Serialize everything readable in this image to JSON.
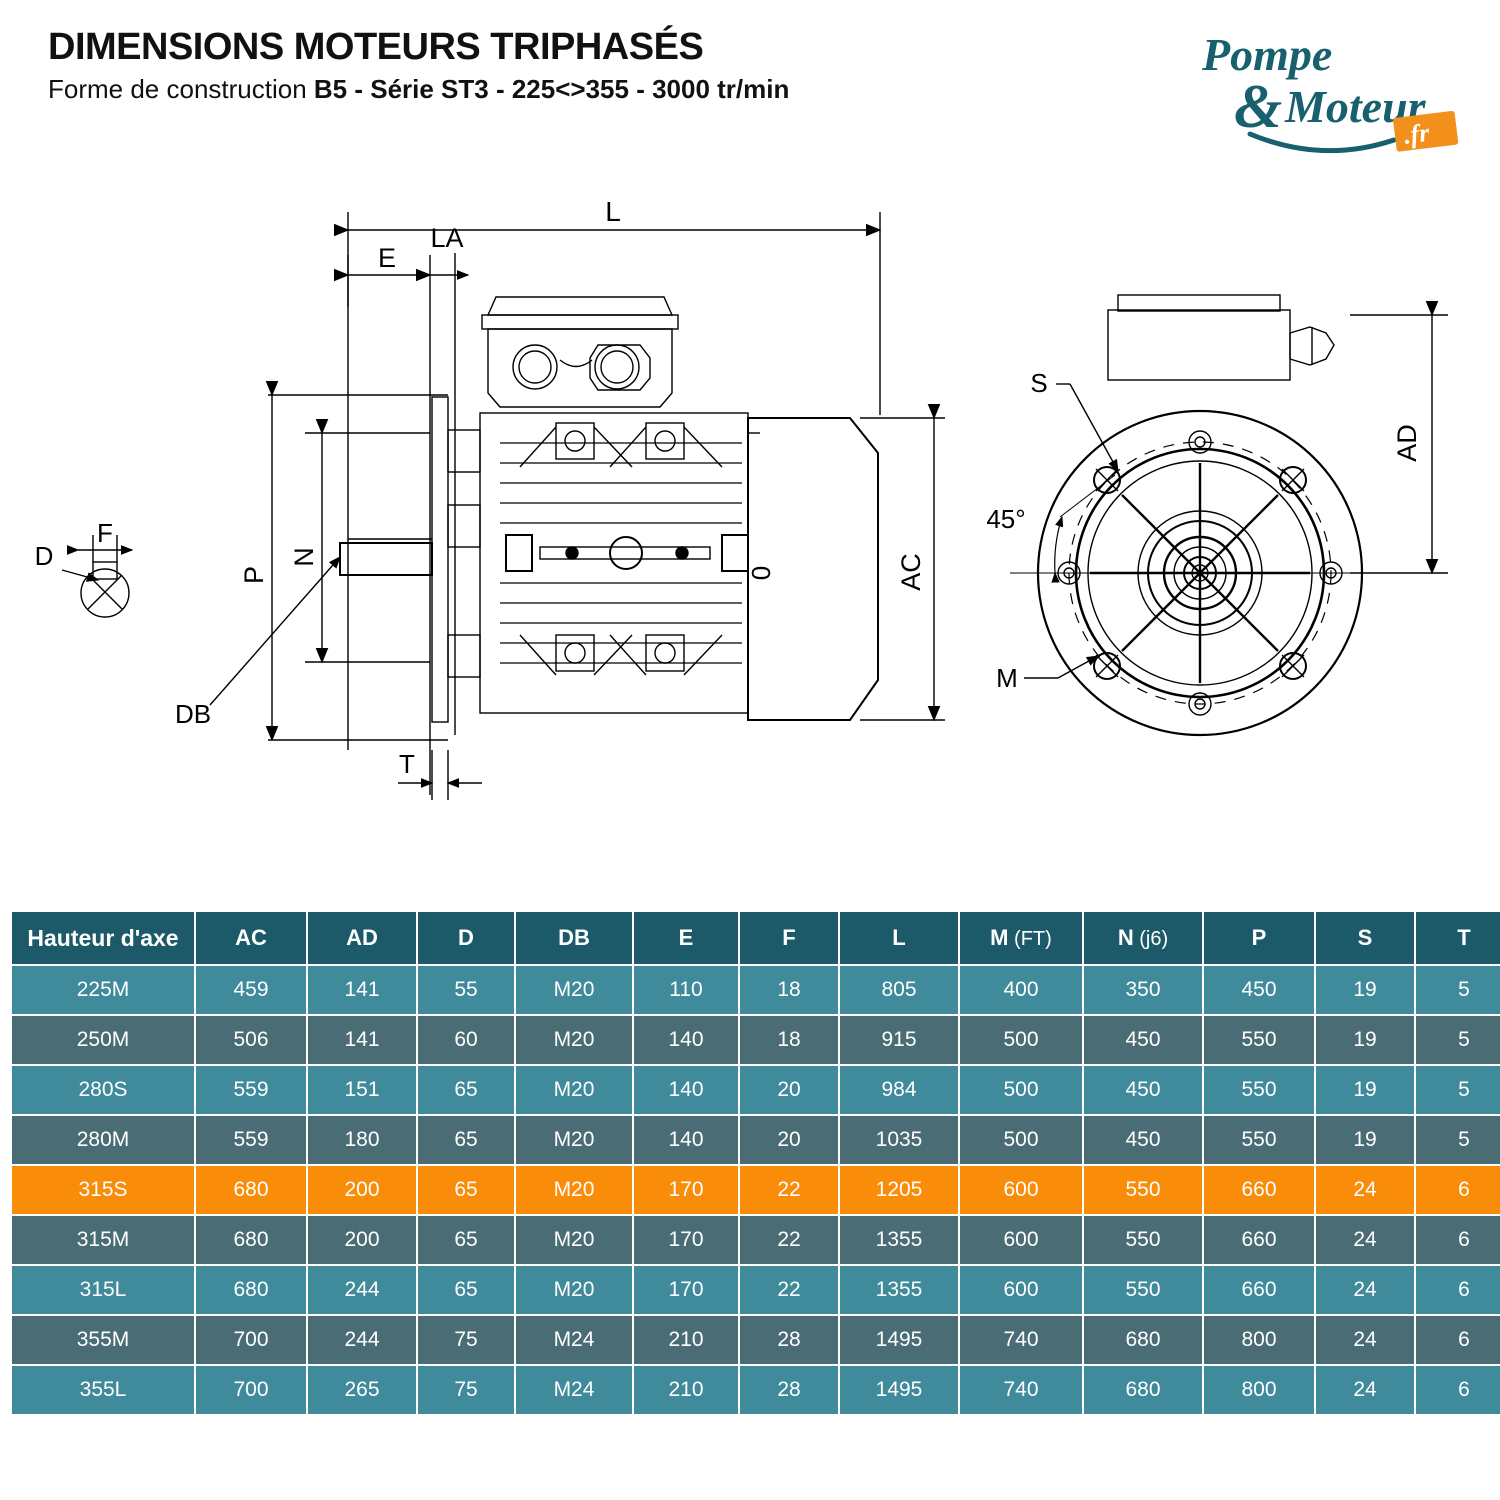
{
  "header": {
    "title": "DIMENSIONS MOTEURS TRIPHASÉS",
    "subtitle_plain": "Forme de construction ",
    "subtitle_bold": "B5 - Série ST3 - 225<>355 - 3000 tr/min",
    "logo": {
      "line1": "Pompe",
      "amp": "&",
      "line2": "Moteur",
      "badge": ".fr",
      "teal": "#19606e",
      "orange": "#f2901b"
    }
  },
  "drawing": {
    "labels": {
      "L": "L",
      "E": "E",
      "LA": "LA",
      "F": "F",
      "D": "D",
      "DB": "DB",
      "P": "P",
      "N": "N",
      "T": "T",
      "AC": "AC",
      "AD": "AD",
      "S": "S",
      "M": "M",
      "angle": "45°",
      "zero": "0"
    }
  },
  "table": {
    "columns": [
      {
        "label": "Hauteur d'axe",
        "sub": ""
      },
      {
        "label": "AC",
        "sub": ""
      },
      {
        "label": "AD",
        "sub": ""
      },
      {
        "label": "D",
        "sub": ""
      },
      {
        "label": "DB",
        "sub": ""
      },
      {
        "label": "E",
        "sub": ""
      },
      {
        "label": "F",
        "sub": ""
      },
      {
        "label": "L",
        "sub": ""
      },
      {
        "label": "M",
        "sub": " (FT)"
      },
      {
        "label": "N",
        "sub": " (j6)"
      },
      {
        "label": "P",
        "sub": ""
      },
      {
        "label": "S",
        "sub": ""
      },
      {
        "label": "T",
        "sub": ""
      }
    ],
    "rows": [
      {
        "style": "row-a",
        "cells": [
          "225M",
          "459",
          "141",
          "55",
          "M20",
          "110",
          "18",
          "805",
          "400",
          "350",
          "450",
          "19",
          "5"
        ]
      },
      {
        "style": "row-b",
        "cells": [
          "250M",
          "506",
          "141",
          "60",
          "M20",
          "140",
          "18",
          "915",
          "500",
          "450",
          "550",
          "19",
          "5"
        ]
      },
      {
        "style": "row-a",
        "cells": [
          "280S",
          "559",
          "151",
          "65",
          "M20",
          "140",
          "20",
          "984",
          "500",
          "450",
          "550",
          "19",
          "5"
        ]
      },
      {
        "style": "row-b",
        "cells": [
          "280M",
          "559",
          "180",
          "65",
          "M20",
          "140",
          "20",
          "1035",
          "500",
          "450",
          "550",
          "19",
          "5"
        ]
      },
      {
        "style": "row-hi",
        "cells": [
          "315S",
          "680",
          "200",
          "65",
          "M20",
          "170",
          "22",
          "1205",
          "600",
          "550",
          "660",
          "24",
          "6"
        ]
      },
      {
        "style": "row-b",
        "cells": [
          "315M",
          "680",
          "200",
          "65",
          "M20",
          "170",
          "22",
          "1355",
          "600",
          "550",
          "660",
          "24",
          "6"
        ]
      },
      {
        "style": "row-a",
        "cells": [
          "315L",
          "680",
          "244",
          "65",
          "M20",
          "170",
          "22",
          "1355",
          "600",
          "550",
          "660",
          "24",
          "6"
        ]
      },
      {
        "style": "row-b",
        "cells": [
          "355M",
          "700",
          "244",
          "75",
          "M24",
          "210",
          "28",
          "1495",
          "740",
          "680",
          "800",
          "24",
          "6"
        ]
      },
      {
        "style": "row-a",
        "cells": [
          "355L",
          "700",
          "265",
          "75",
          "M24",
          "210",
          "28",
          "1495",
          "740",
          "680",
          "800",
          "24",
          "6"
        ]
      }
    ],
    "colors": {
      "header_bg": "#1d5a69",
      "row_light": "#3f8a9b",
      "row_dark": "#4a6d75",
      "row_highlight": "#f98c08",
      "text": "#ffffff"
    }
  }
}
